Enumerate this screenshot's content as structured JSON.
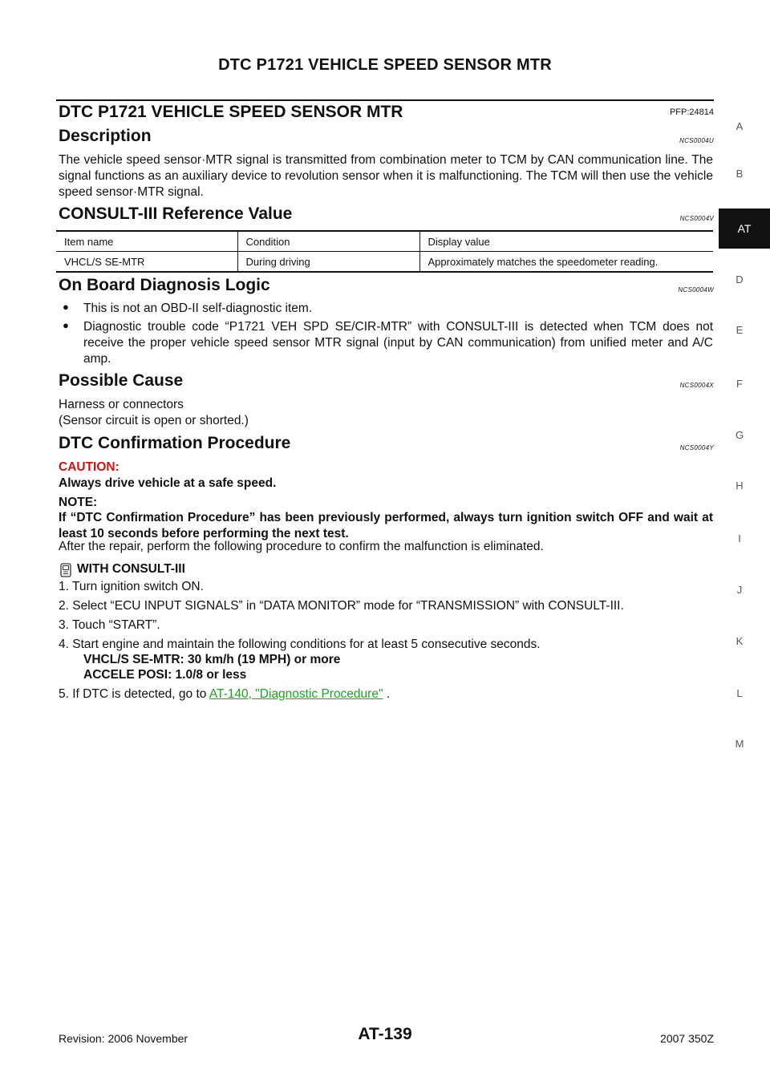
{
  "header": {
    "title": "DTC P1721 VEHICLE SPEED SENSOR MTR"
  },
  "doc": {
    "title": "DTC P1721 VEHICLE SPEED SENSOR MTR",
    "pfp": "PFP:24814"
  },
  "side_tabs": {
    "letters": [
      "A",
      "B",
      "D",
      "E",
      "F",
      "G",
      "H",
      "I",
      "J",
      "K",
      "L",
      "M"
    ],
    "active": "AT"
  },
  "description": {
    "heading": "Description",
    "code": "NCS0004U",
    "text": "The vehicle speed sensor·MTR signal is transmitted from combination meter to TCM by CAN communication line. The signal functions as an auxiliary device to revolution sensor when it is malfunctioning. The TCM will then use the vehicle speed sensor·MTR signal."
  },
  "reference": {
    "heading": "CONSULT-III Reference Value",
    "code": "NCS0004V",
    "columns": [
      "Item name",
      "Condition",
      "Display value"
    ],
    "rows": [
      [
        "VHCL/S SE-MTR",
        "During driving",
        "Approximately matches the speedometer reading."
      ]
    ]
  },
  "obd": {
    "heading": "On Board Diagnosis Logic",
    "code": "NCS0004W",
    "bullets": [
      "This is not an OBD-II self-diagnostic item.",
      "Diagnostic trouble code “P1721 VEH SPD SE/CIR-MTR” with CONSULT-III is detected when TCM does not receive the proper vehicle speed sensor MTR signal (input by CAN communication) from unified meter and A/C amp."
    ]
  },
  "cause": {
    "heading": "Possible Cause",
    "code": "NCS0004X",
    "line1": "Harness or connectors",
    "line2": "(Sensor circuit is open or shorted.)"
  },
  "confirm": {
    "heading": "DTC Confirmation Procedure",
    "code": "NCS0004Y",
    "caution_label": "CAUTION:",
    "caution_text": "Always drive vehicle at a safe speed.",
    "note_label": "NOTE:",
    "note_text": "If “DTC Confirmation Procedure” has been previously performed, always turn ignition switch OFF and wait at least 10 seconds before performing the next test.",
    "after_text": "After the repair, perform the following procedure to confirm the malfunction is eliminated.",
    "with_label": "WITH CONSULT-III",
    "steps": [
      "1.  Turn ignition switch ON.",
      "2.  Select “ECU INPUT SIGNALS” in “DATA MONITOR” mode for “TRANSMISSION” with CONSULT-III.",
      "3.  Touch “START”.",
      "4.  Start engine and maintain the following conditions for at least 5 consecutive seconds."
    ],
    "cond1": "VHCL/S SE-MTR: 30 km/h (19 MPH) or more",
    "cond2": "ACCELE POSI: 1.0/8 or less",
    "step5_prefix": "5.  If DTC is detected, go to ",
    "step5_link": "AT-140, \"Diagnostic Procedure\"",
    "step5_suffix": " ."
  },
  "footer": {
    "revision": "Revision: 2006 November",
    "page": "AT-139",
    "model": "2007 350Z"
  }
}
